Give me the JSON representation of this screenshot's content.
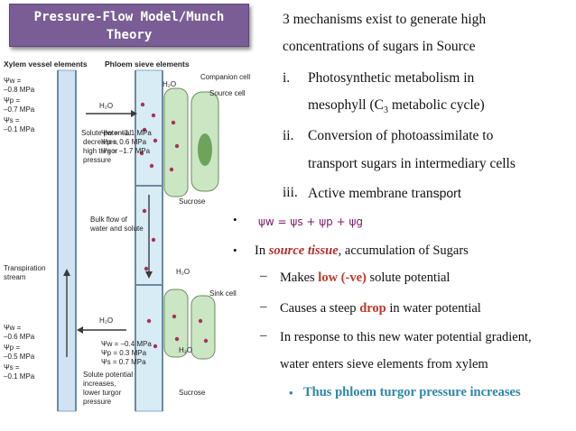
{
  "slide": {
    "title_line1": "Pressure-Flow Model/Munch",
    "title_line2": "Theory",
    "intro_line1": "3 mechanisms exist to generate high",
    "intro_line2": "concentrations of sugars in Source",
    "items": [
      {
        "num": "i.",
        "line1": "Photosynthetic metabolism in",
        "line2a": "mesophyll (C",
        "line2sub": "3",
        "line2b": " metabolic cycle)"
      },
      {
        "num": "ii.",
        "line1": "Conversion of photoassimilate to",
        "line2": "transport sugars in intermediary cells"
      },
      {
        "num": "iii.",
        "line1a": "Active membrane tran",
        "line1b": "sport"
      }
    ],
    "equation": "ψw = ψs + ψp + ψg",
    "source_prefix": "In ",
    "source_em": "source tissue",
    "source_suffix": ",  accumulation of Sugars",
    "sub1_prefix": "Makes ",
    "sub1_em": "low (-ve)",
    "sub1_suffix": " solute potential",
    "sub2_prefix": "Causes a steep ",
    "sub2_em": "drop",
    "sub2_suffix": " in water potential",
    "sub3_line1": "In response to this new water potential gradient,",
    "sub3_line2": "water enters sieve elements from xylem",
    "conclusion": "Thus phloem turgor pressure increases",
    "bullet_symbol": "•",
    "dash_symbol": "–"
  },
  "figure": {
    "xylem_header": "Xylem vessel elements",
    "phloem_header": "Phloem sieve elements",
    "companion_cell": "Companion cell",
    "source_cell": "Source cell",
    "sink_cell": "Sink cell",
    "h2o": "H₂O",
    "sucrose": "Sucrose",
    "top_xylem": [
      "Ψw =",
      "–0.8 MPa",
      "Ψp =",
      "–0.7 MPa",
      "Ψs =",
      "–0.1 MPa"
    ],
    "top_phloem": [
      "Ψw = –1.1 MPa",
      "Ψp = 0.6 MPa",
      "Ψs = –1.7 MPa"
    ],
    "top_desc": [
      "Solute potential",
      "decreases,",
      "high turgor",
      "pressure"
    ],
    "bulk_flow": [
      "Bulk flow of",
      "water and solute"
    ],
    "transpiration": [
      "Transpiration",
      "stream"
    ],
    "bottom_xylem": [
      "Ψw =",
      "–0.6 MPa",
      "Ψp =",
      "–0.5 MPa",
      "Ψs =",
      "–0.1 MPa"
    ],
    "bottom_phloem": [
      "Ψw = –0.4 MPa",
      "Ψp = 0.3 MPa",
      "Ψs = 0.7 MPa"
    ],
    "bottom_desc": [
      "Solute potential",
      "increases,",
      "lower turgor",
      "pressure"
    ],
    "colors": {
      "xylem": "#cfe3f2",
      "phloem": "#d8ecf6",
      "cell": "#cbe6c3",
      "chloroplast": "#6ea35c",
      "dot": "#a8325a",
      "arrow": "#3a3a3a"
    }
  }
}
